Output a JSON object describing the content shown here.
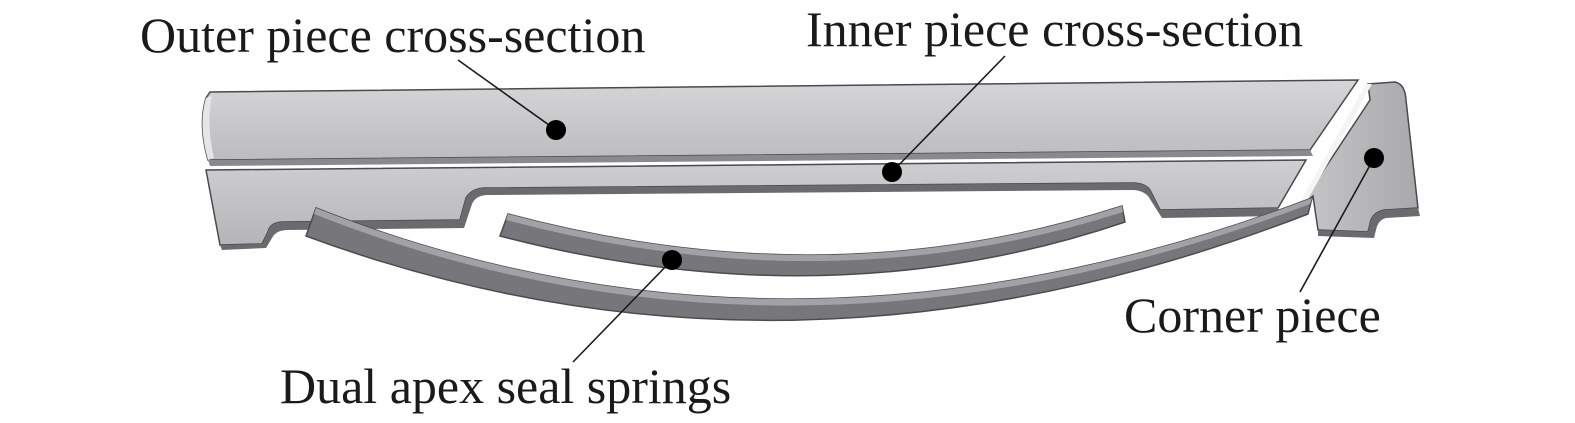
{
  "labels": {
    "outer": "Outer piece cross-section",
    "inner": "Inner piece cross-section",
    "corner": "Corner piece",
    "springs": "Dual apex seal springs"
  },
  "colors": {
    "face_light": "#cdcdcf",
    "face_mid": "#bdbdc0",
    "face_dark": "#6c6c70",
    "spring": "#77777b",
    "spring_edge": "#4c4c50",
    "outline": "#3c3c40"
  }
}
